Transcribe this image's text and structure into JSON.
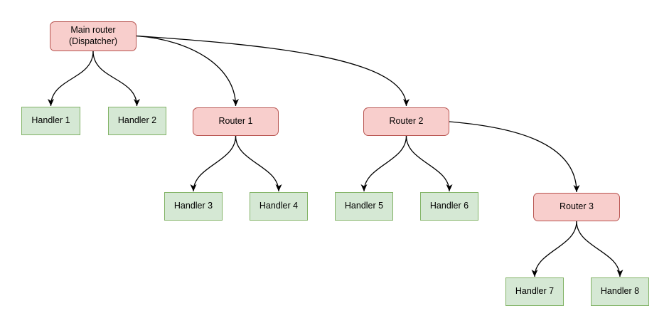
{
  "diagram": {
    "type": "tree-flowchart",
    "colors": {
      "background": "#ffffff",
      "router_fill": "#f8cecc",
      "router_border": "#b85450",
      "handler_fill": "#d5e8d4",
      "handler_border": "#82b366",
      "edge": "#000000",
      "text": "#000000"
    },
    "nodes": {
      "main_router": {
        "line1": "Main router",
        "line2": "(Dispatcher)"
      },
      "router_1": {
        "label": "Router 1"
      },
      "router_2": {
        "label": "Router 2"
      },
      "router_3": {
        "label": "Router 3"
      },
      "handler_1": {
        "label": "Handler 1"
      },
      "handler_2": {
        "label": "Handler 2"
      },
      "handler_3": {
        "label": "Handler 3"
      },
      "handler_4": {
        "label": "Handler 4"
      },
      "handler_5": {
        "label": "Handler 5"
      },
      "handler_6": {
        "label": "Handler 6"
      },
      "handler_7": {
        "label": "Handler 7"
      },
      "handler_8": {
        "label": "Handler 8"
      }
    },
    "edges": [
      {
        "from": "main_router",
        "to": "handler_1"
      },
      {
        "from": "main_router",
        "to": "handler_2"
      },
      {
        "from": "main_router",
        "to": "router_1"
      },
      {
        "from": "main_router",
        "to": "router_2"
      },
      {
        "from": "router_1",
        "to": "handler_3"
      },
      {
        "from": "router_1",
        "to": "handler_4"
      },
      {
        "from": "router_2",
        "to": "handler_5"
      },
      {
        "from": "router_2",
        "to": "handler_6"
      },
      {
        "from": "router_2",
        "to": "router_3"
      },
      {
        "from": "router_3",
        "to": "handler_7"
      },
      {
        "from": "router_3",
        "to": "handler_8"
      }
    ]
  }
}
